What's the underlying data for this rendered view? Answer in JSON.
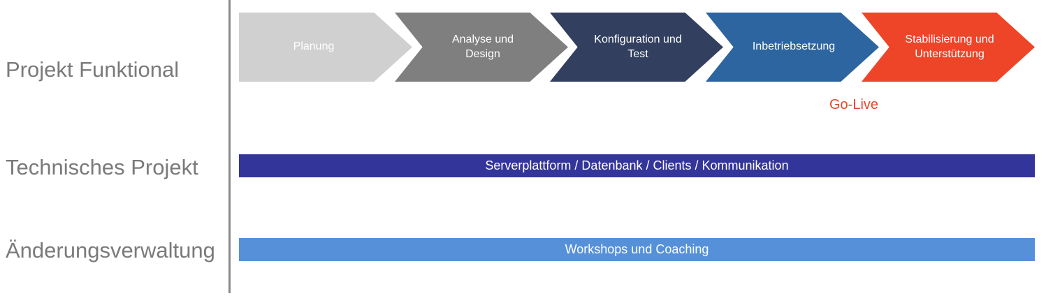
{
  "rows": [
    {
      "label": "Projekt Funktional"
    },
    {
      "label": "Technisches Projekt"
    },
    {
      "label": "Änderungsverwaltung"
    }
  ],
  "phases": [
    {
      "label": "Planung",
      "color": "#d0d0d0"
    },
    {
      "label": "Analyse und Design",
      "color": "#7f7f7f"
    },
    {
      "label": "Konfiguration und Test",
      "color": "#323f5f"
    },
    {
      "label": "Inbetriebsetzung",
      "color": "#2d65a0"
    },
    {
      "label": "Stabilisierung und Unterstützung",
      "color": "#ee4428"
    }
  ],
  "milestone": {
    "label": "Go-Live",
    "color": "#e8452c"
  },
  "bars": {
    "technical": {
      "label": "Serverplattform / Datenbank / Clients / Kommunikation",
      "color": "#34359a"
    },
    "change": {
      "label": "Workshops und Coaching",
      "color": "#5590d8"
    }
  }
}
